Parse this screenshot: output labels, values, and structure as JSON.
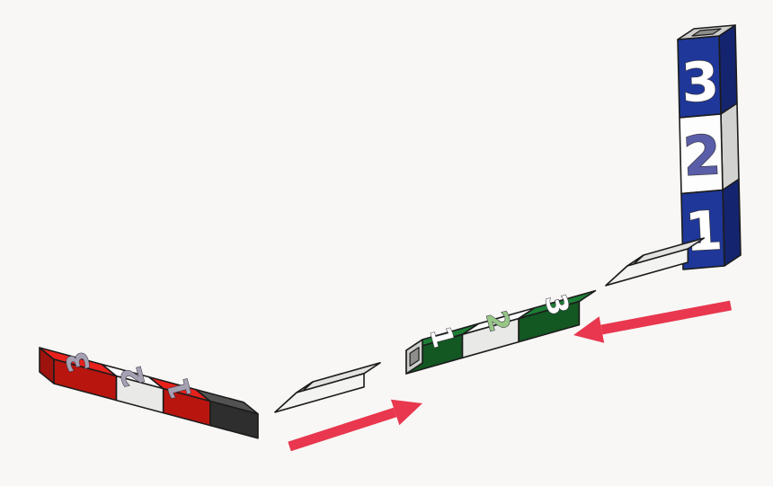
{
  "colors": {
    "background": "#f8f7f5",
    "outline": "#1c1c1c",
    "red_top": "#e8211d",
    "red_front": "#b9150f",
    "red_end": "#9e130d",
    "white_top": "#fdfdfd",
    "white_front": "#e9e9e7",
    "dark_top": "#525252",
    "dark_front": "#2e2e2e",
    "green_top": "#1d7d35",
    "green_front": "#135722",
    "blue_front": "#1e3799",
    "blue_side": "#14246e",
    "white_side": "#d2d2d0",
    "gray_top": "#e2e2e0",
    "gray_bevel": "#c6c6c4",
    "gray_front": "#f3f3f1",
    "socket_rim": "#cdcdcb",
    "socket_hole": "#8e8e8c",
    "arrow": "#e8374e",
    "num_silver": "#a5a1b2",
    "num_green": "#97c687",
    "num_blue": "#5a5ea8",
    "num_white": "#ffffff"
  },
  "red_rod": {
    "numbers": [
      "3",
      "2",
      "1"
    ]
  },
  "green_rod": {
    "numbers": [
      "1",
      "2",
      "3"
    ]
  },
  "blue_rod": {
    "numbers": [
      "3",
      "2",
      "1"
    ]
  }
}
